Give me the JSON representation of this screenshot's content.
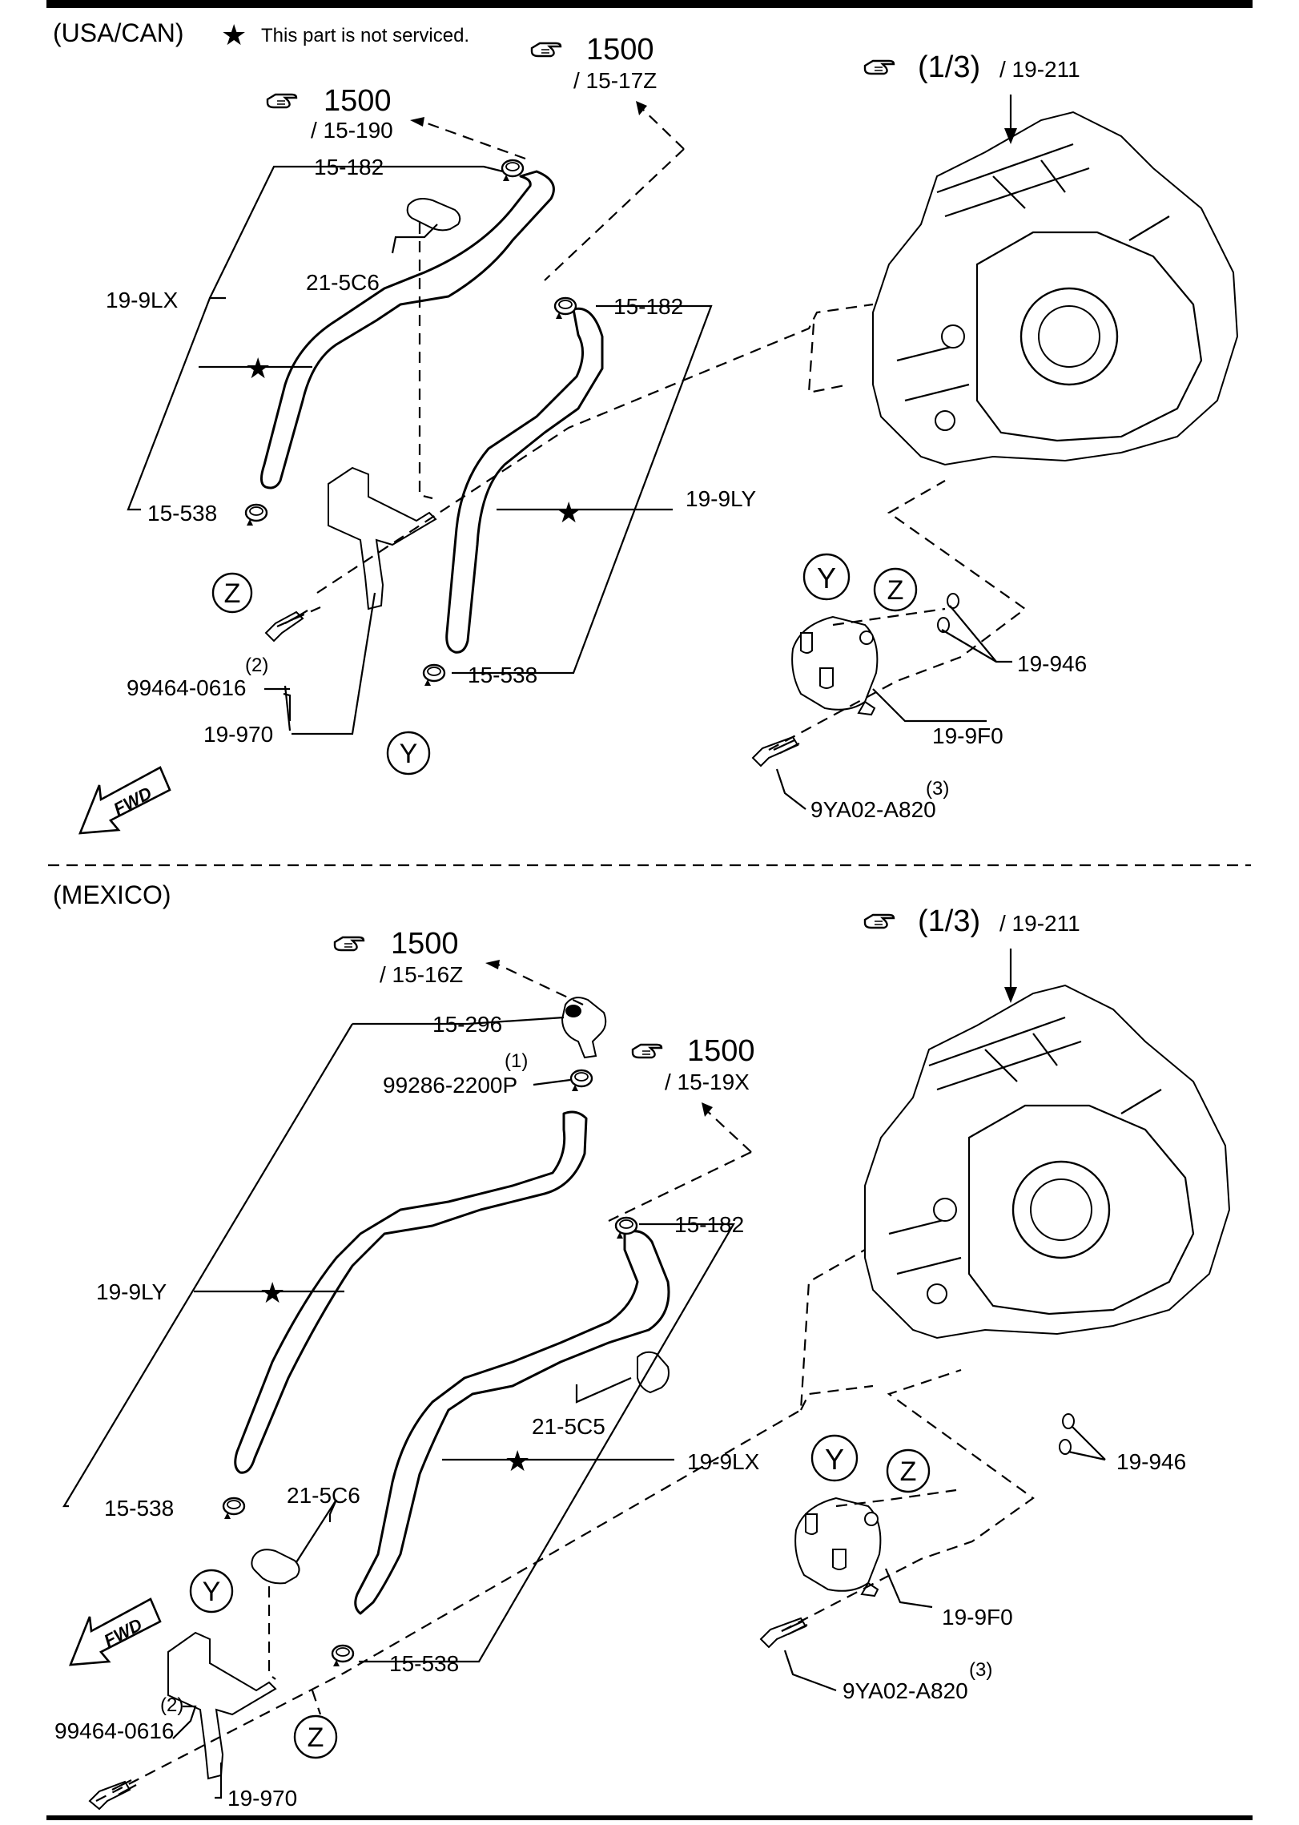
{
  "sections": {
    "top": {
      "region": "(USA/CAN)",
      "note": "This part is not serviced.",
      "refs": [
        {
          "num": "1500",
          "sub": "/ 15-17Z"
        },
        {
          "num": "1500",
          "sub": "/ 15-190"
        },
        {
          "num": "(1/3)",
          "sub": "/ 19-211"
        }
      ],
      "parts": {
        "clamp_top": "15-182",
        "bracket_clip": "21-5C6",
        "hose_left": "19-9LX",
        "clamp_right_top": "15-182",
        "hose_right": "19-9LY",
        "clamp_left_bottom": "15-538",
        "clamp_right_bottom": "15-538",
        "bolt": "99464-0616",
        "bolt_qty": "(2)",
        "bracket": "19-970",
        "oring": "19-946",
        "cooler": "19-9F0",
        "cooler_bolt": "9YA02-A820",
        "cooler_bolt_qty": "(3)"
      },
      "markers": [
        "Z",
        "Y",
        "Y",
        "Z"
      ],
      "fwd": "FWD"
    },
    "bottom": {
      "region": "(MEXICO)",
      "refs": [
        {
          "num": "1500",
          "sub": "/ 15-16Z"
        },
        {
          "num": "1500",
          "sub": "/ 15-19X"
        },
        {
          "num": "(1/3)",
          "sub": "/ 19-211"
        }
      ],
      "parts": {
        "connector": "15-296",
        "clamp_small": "99286-2200P",
        "clamp_small_qty": "(1)",
        "clamp_right_top": "15-182",
        "hose_left": "19-9LY",
        "clip_right": "21-5C5",
        "hose_right": "19-9LX",
        "clamp_left_bottom": "15-538",
        "clip_left": "21-5C6",
        "clamp_right_bottom": "15-538",
        "bolt": "99464-0616",
        "bolt_qty": "(2)",
        "bracket": "19-970",
        "oring": "19-946",
        "cooler": "19-9F0",
        "cooler_bolt": "9YA02-A820",
        "cooler_bolt_qty": "(3)"
      },
      "markers": [
        "Y",
        "Z",
        "Y",
        "Z"
      ],
      "fwd": "FWD"
    }
  }
}
